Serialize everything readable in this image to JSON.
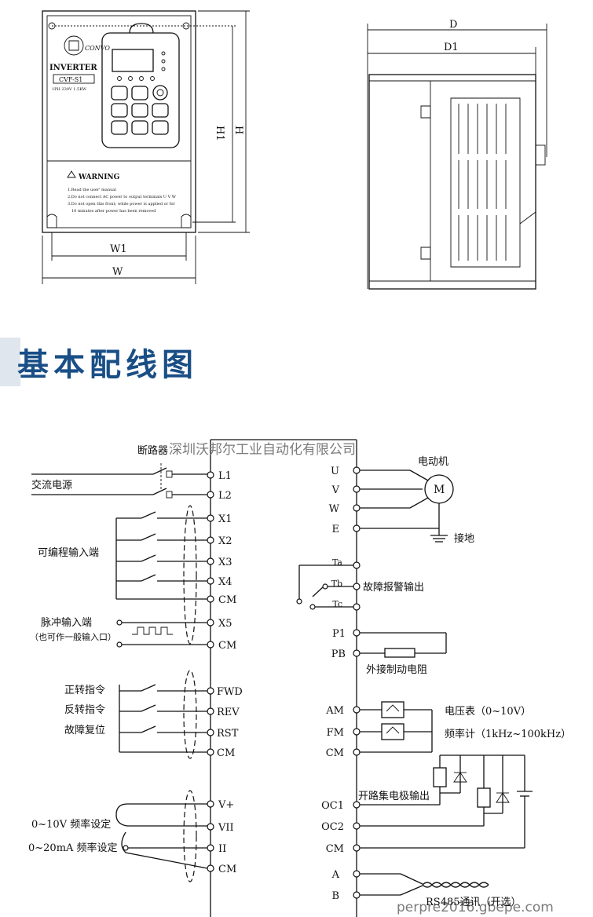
{
  "dims": {
    "d": "D",
    "d1": "D1",
    "h": "H",
    "h1": "H1",
    "w": "W",
    "w1": "W1"
  },
  "device": {
    "brand": "CONVO",
    "name": "INVERTER",
    "model": "CVF-S1",
    "rating": "1PH 230V 1.5KW",
    "warning_title": "WARNING",
    "warning_lines": [
      "1.Read the user' manual",
      "2.Do not connect AC power to output terminals U V W",
      "3.Do not open this front; while power is applied or for",
      "10 minutes after power has been removed"
    ]
  },
  "section_title": "基本配线图",
  "watermark_company": "深圳沃邦尔工业自动化有限公司",
  "watermark_site": "perpre2016.gbepe.com",
  "left_terminals": [
    "L1",
    "L2",
    "X1",
    "X2",
    "X3",
    "X4",
    "CM",
    "X5",
    "CM",
    "FWD",
    "REV",
    "RST",
    "CM",
    "V+",
    "VII",
    "II",
    "CM"
  ],
  "right_terminals": [
    "U",
    "V",
    "W",
    "E",
    "Ta",
    "Tb",
    "Tc",
    "P1",
    "PB",
    "AM",
    "FM",
    "CM",
    "OC1",
    "OC2",
    "CM",
    "A",
    "B"
  ],
  "labels": {
    "breaker": "断路器",
    "ac_power": "交流电源",
    "prog_input": "可编程输入端",
    "pulse_input": "脉冲输入端",
    "pulse_note": "（也可作一般输入口）",
    "fwd_cmd": "正转指令",
    "rev_cmd": "反转指令",
    "reset": "故障复位",
    "v_freq": "0~10V 频率设定",
    "i_freq": "0~20mA 频率设定",
    "motor": "电动机",
    "motor_symbol": "M",
    "ground": "接地",
    "fault_out": "故障报警输出",
    "brake_res": "外接制动电阻",
    "voltmeter": "电压表（0~10V）",
    "freqmeter": "频率计（1kHz~100kHz）",
    "oc_out": "开路集电极输出",
    "rs485": "RS485通讯（开选）"
  }
}
